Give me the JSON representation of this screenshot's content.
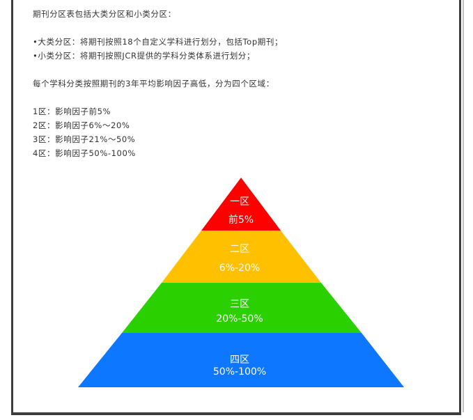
{
  "intro": "期刊分区表包括大类分区和小类分区：",
  "bullets": [
    "•大类分区：将期刊按照18个自定义学科进行划分，包括Top期刊；",
    "•小类分区：将期刊按照JCR提供的学科分类体系进行划分；"
  ],
  "description": "每个学科分类按照期刊的3年平均影响因子高低，分为四个区域：",
  "zones": [
    "1区：影响因子前5%",
    "2区：影响因子6%～20%",
    "3区：影响因子21%～50%",
    "4区：影响因子50%-100%"
  ],
  "pyramid": {
    "tiers": [
      {
        "name": "一区",
        "range": "前5%",
        "color": "#ff0000"
      },
      {
        "name": "二区",
        "range": "6%-20%",
        "color": "#ffc000"
      },
      {
        "name": "三区",
        "range": "20%-50%",
        "color": "#2ad000"
      },
      {
        "name": "四区",
        "range": "50%-100%",
        "color": "#0d77ff"
      }
    ]
  }
}
